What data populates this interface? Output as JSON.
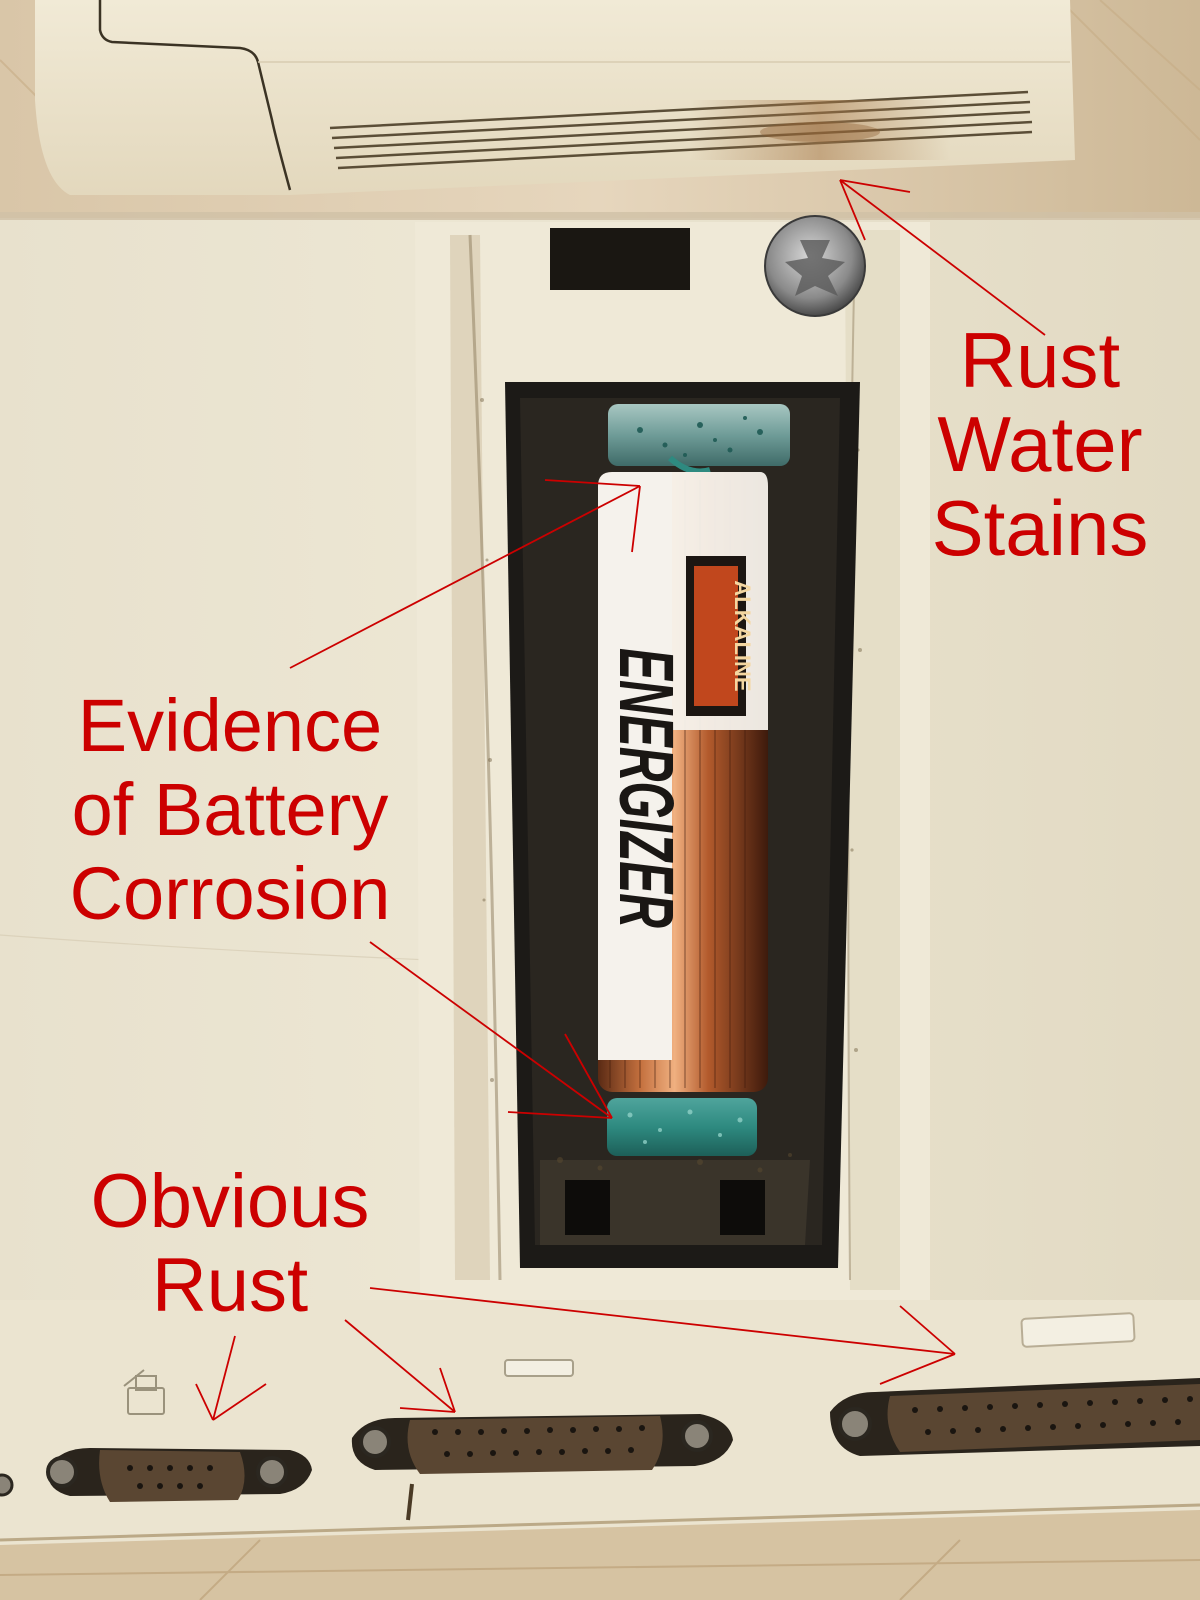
{
  "annotation_color": "#cc0000",
  "labels": {
    "rust_water_stains": [
      "Rust",
      "Water",
      "Stains"
    ],
    "battery_corrosion": [
      "Evidence",
      "of Battery",
      "Corrosion"
    ],
    "obvious_rust": [
      "Obvious",
      "Rust"
    ]
  },
  "battery": {
    "brand": "ENERGIZER",
    "type": "ALKALINE"
  },
  "icons": [
    "screw-icon",
    "port-icon"
  ]
}
